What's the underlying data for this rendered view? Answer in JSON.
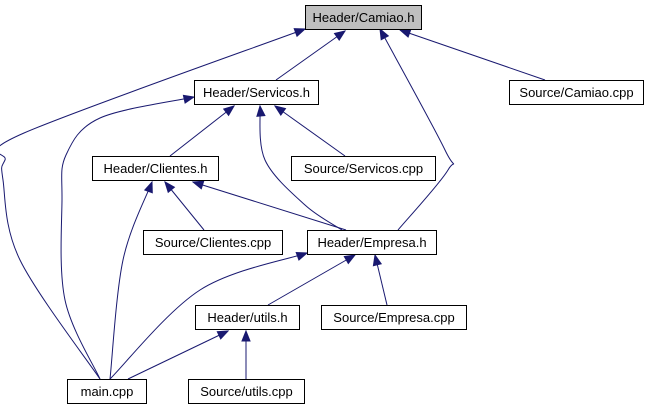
{
  "graph": {
    "root": "camiao_h",
    "nodes": [
      {
        "id": "camiao_h",
        "label": "Header/Camiao.h",
        "highlighted": true
      },
      {
        "id": "servicos_h",
        "label": "Header/Servicos.h"
      },
      {
        "id": "camiao_cpp",
        "label": "Source/Camiao.cpp"
      },
      {
        "id": "clientes_h",
        "label": "Header/Clientes.h"
      },
      {
        "id": "servicos_cpp",
        "label": "Source/Servicos.cpp"
      },
      {
        "id": "clientes_cpp",
        "label": "Source/Clientes.cpp"
      },
      {
        "id": "empresa_h",
        "label": "Header/Empresa.h"
      },
      {
        "id": "utils_h",
        "label": "Header/utils.h"
      },
      {
        "id": "empresa_cpp",
        "label": "Source/Empresa.cpp"
      },
      {
        "id": "main_cpp",
        "label": "main.cpp"
      },
      {
        "id": "utils_cpp",
        "label": "Source/utils.cpp"
      }
    ],
    "edges": [
      {
        "from": "servicos_h",
        "to": "camiao_h"
      },
      {
        "from": "camiao_cpp",
        "to": "camiao_h"
      },
      {
        "from": "main_cpp",
        "to": "camiao_h"
      },
      {
        "from": "empresa_h",
        "to": "camiao_h"
      },
      {
        "from": "clientes_h",
        "to": "servicos_h"
      },
      {
        "from": "servicos_cpp",
        "to": "servicos_h"
      },
      {
        "from": "empresa_h",
        "to": "servicos_h"
      },
      {
        "from": "main_cpp",
        "to": "servicos_h"
      },
      {
        "from": "clientes_cpp",
        "to": "clientes_h"
      },
      {
        "from": "empresa_h",
        "to": "clientes_h"
      },
      {
        "from": "main_cpp",
        "to": "clientes_h"
      },
      {
        "from": "utils_h",
        "to": "empresa_h"
      },
      {
        "from": "empresa_cpp",
        "to": "empresa_h"
      },
      {
        "from": "main_cpp",
        "to": "empresa_h"
      },
      {
        "from": "main_cpp",
        "to": "utils_h"
      },
      {
        "from": "utils_cpp",
        "to": "utils_h"
      }
    ]
  },
  "colors": {
    "edge": "#191970",
    "root_fill": "#bfbfbf",
    "node_fill": "#ffffff",
    "border": "#000000"
  }
}
